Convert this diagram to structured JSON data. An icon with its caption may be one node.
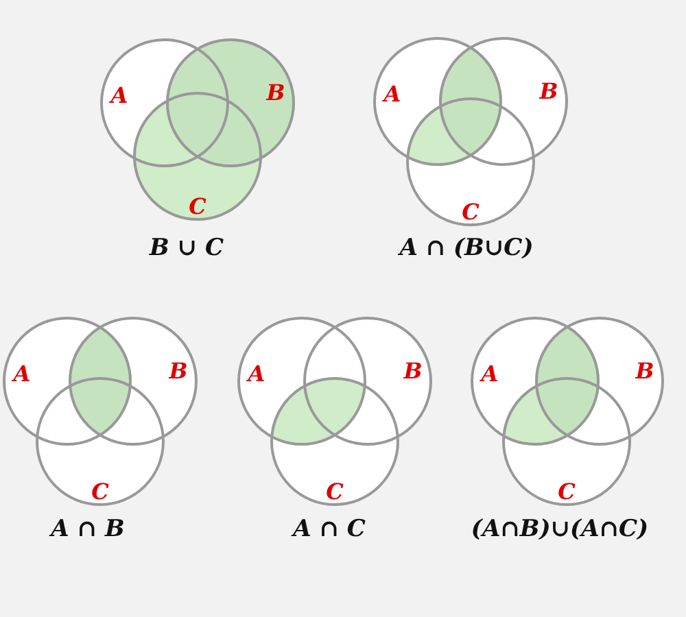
{
  "diagram": {
    "nodes": [
      {
        "text": [
          "A"
        ]
      },
      {
        "text": [
          "B"
        ]
      },
      {
        "text": [
          "C"
        ]
      },
      {
        "text": [
          "A"
        ]
      },
      {
        "text": [
          "B"
        ]
      },
      {
        "text": [
          "C"
        ]
      },
      {
        "text": [
          "A"
        ]
      },
      {
        "text": [
          "B"
        ]
      },
      {
        "text": [
          "C"
        ]
      },
      {
        "text": [
          "A"
        ]
      },
      {
        "text": [
          "B"
        ]
      },
      {
        "text": [
          "C"
        ]
      },
      {
        "text": [
          "A"
        ]
      },
      {
        "text": [
          "B"
        ]
      },
      {
        "text": [
          "C"
        ]
      }
    ],
    "labels": [
      "B ∪ C",
      "A ∩ (B∪C)",
      "A ∩ B",
      "A ∩ C",
      "(A∩B)∪(A∩C)"
    ]
  }
}
